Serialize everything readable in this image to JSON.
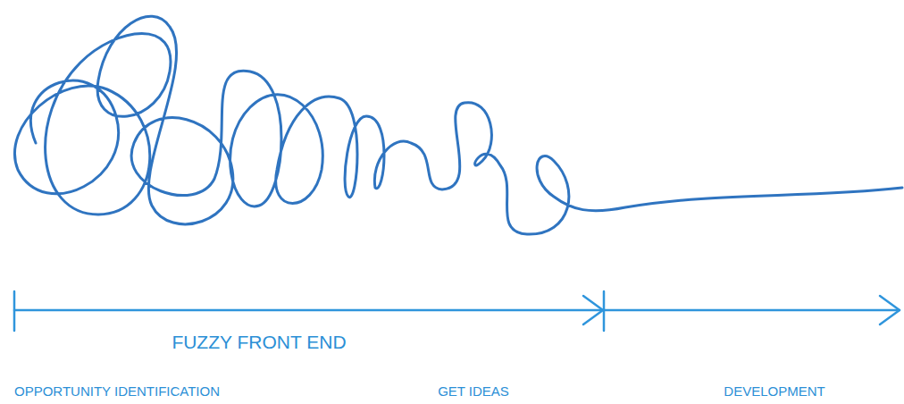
{
  "diagram": {
    "labels": [
      "FUZZY FRONT END",
      "OPPORTUNITY IDENTIFICATION",
      "GET IDEAS",
      "DEVELOPMENT"
    ]
  }
}
